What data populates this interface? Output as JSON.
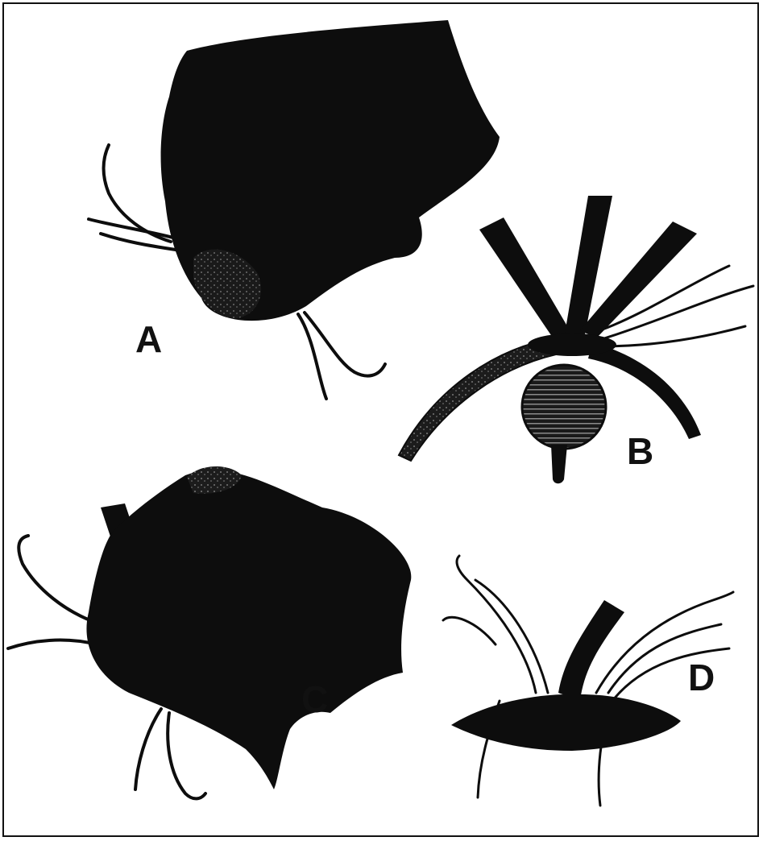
{
  "figure": {
    "panels": [
      {
        "id": "A",
        "label": "A"
      },
      {
        "id": "B",
        "label": "B"
      },
      {
        "id": "C",
        "label": "C"
      },
      {
        "id": "D",
        "label": "D"
      }
    ]
  },
  "colors": {
    "ink": "#0d0d0d",
    "background": "#ffffff",
    "stipple": "#5a5a5a"
  }
}
